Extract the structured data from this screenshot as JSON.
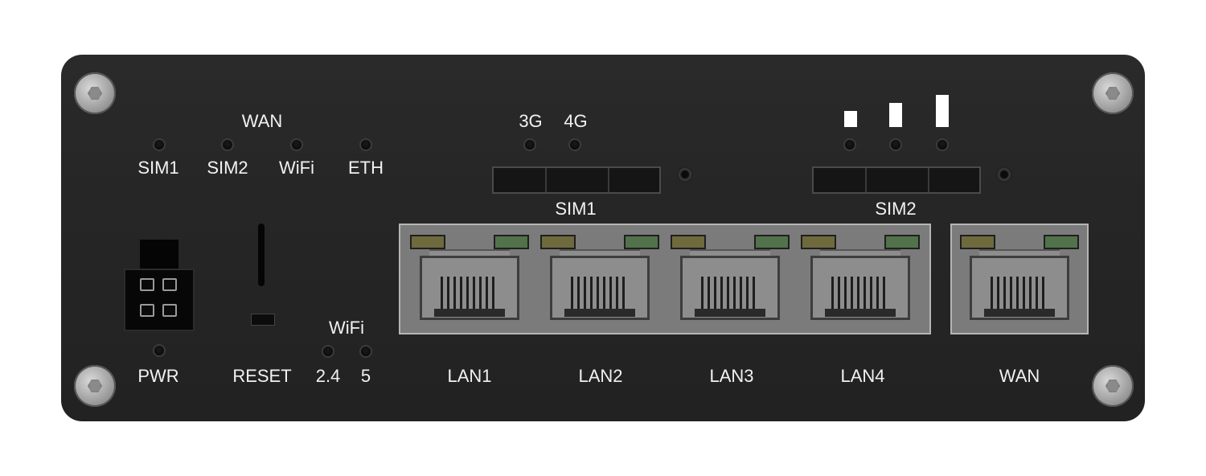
{
  "device": {
    "led_labels": {
      "wan_group": "WAN",
      "sim1": "SIM1",
      "sim2": "SIM2",
      "wifi": "WiFi",
      "eth": "ETH"
    },
    "mobile_labels": {
      "g3": "3G",
      "g4": "4G"
    },
    "signal_bars_icon": "signal-strength-bars",
    "sim_slots": {
      "slot1": "SIM1",
      "slot2": "SIM2"
    },
    "power_label": "PWR",
    "reset_label": "RESET",
    "wifi_band_group": "WiFi",
    "wifi_bands": {
      "band24": "2.4",
      "band5": "5"
    },
    "ports": [
      "LAN1",
      "LAN2",
      "LAN3",
      "LAN4",
      "WAN"
    ],
    "colors": {
      "panel": "#262626",
      "label_text": "#f2f2f2",
      "port_led_amber": "#6e6a3e",
      "port_led_green": "#52724c",
      "screw": "#9c9c9c"
    }
  }
}
